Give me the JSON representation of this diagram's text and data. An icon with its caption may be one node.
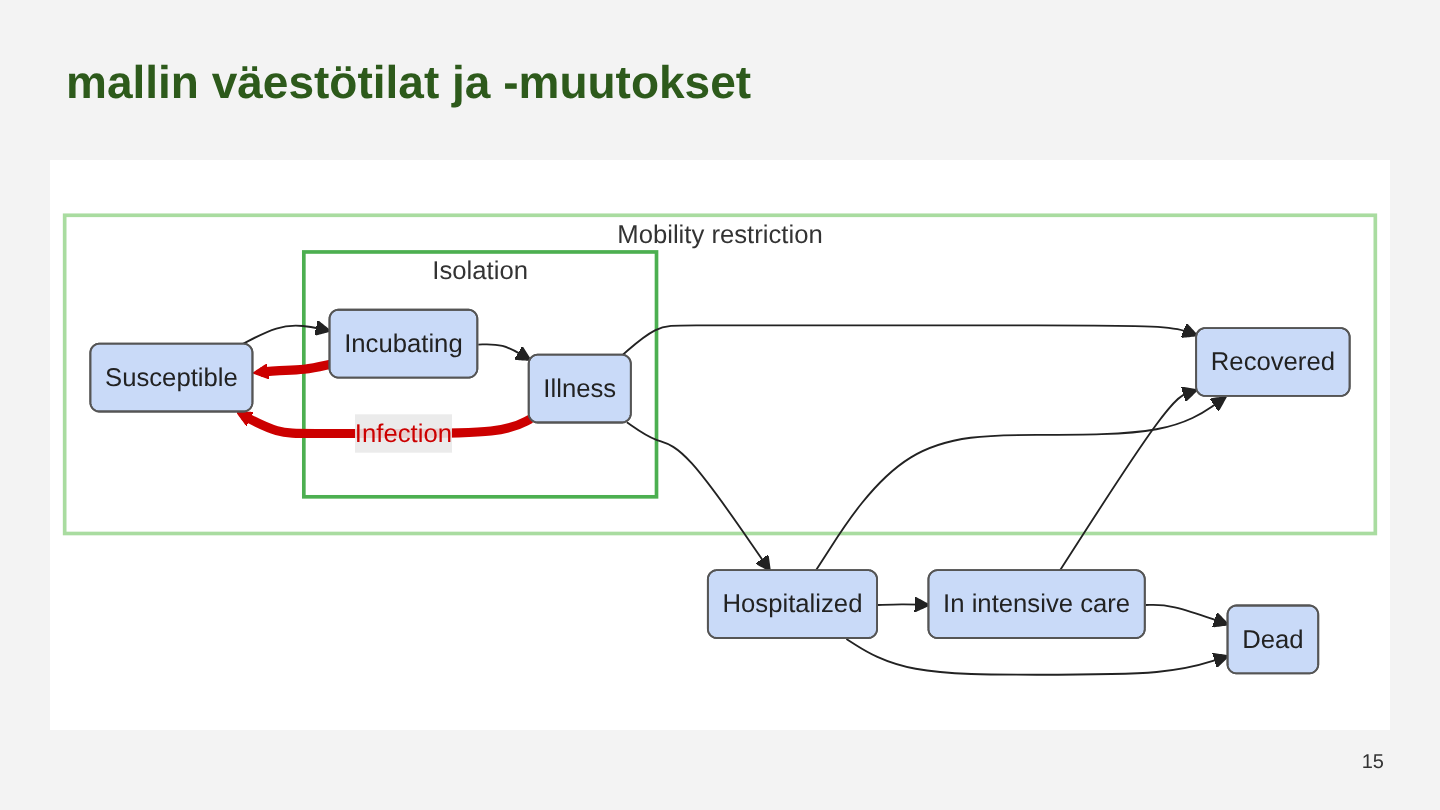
{
  "diagram": {
    "title": "mallin väestötilat ja -muutokset",
    "nodes": [
      {
        "text": [
          "In intensive care"
        ]
      },
      {
        "text": [
          "Dead"
        ]
      },
      {
        "text": [
          "Hospitalized"
        ]
      },
      {
        "text": [
          "Mobility restriction"
        ]
      },
      {
        "text": [
          "Susceptible"
        ],
        "in": 3
      },
      {
        "text": [
          "Isolation"
        ],
        "in": 3
      },
      {
        "text": [
          "Incubating"
        ],
        "in": 5
      },
      {
        "text": [
          "Illness"
        ],
        "in": 5
      },
      {
        "text": [
          "Recovered"
        ],
        "in": 3
      }
    ],
    "edges": [
      {
        "from": 4,
        "to": 6,
        "arrow": "to"
      },
      {
        "from": 6,
        "to": 7,
        "arrow": "to"
      },
      {
        "from": 7,
        "to": 8,
        "arrow": "to"
      },
      {
        "from": 7,
        "to": 2,
        "arrow": "to"
      },
      {
        "from": 2,
        "to": 0,
        "arrow": "to"
      },
      {
        "from": 0,
        "to": 1,
        "arrow": "to"
      },
      {
        "from": 2,
        "to": 1,
        "arrow": "to"
      },
      {
        "from": 0,
        "to": 8,
        "arrow": "to"
      },
      {
        "from": 2,
        "to": 8,
        "arrow": "to"
      },
      {
        "from": 6,
        "to": 4,
        "arrow": "to",
        "style": "thick",
        "color": "#cc0000"
      },
      {
        "from": 7,
        "to": 4,
        "arrow": "to",
        "style": "thick",
        "color": "#cc0000",
        "label": "Infection"
      }
    ],
    "labels": [
      "15"
    ]
  }
}
